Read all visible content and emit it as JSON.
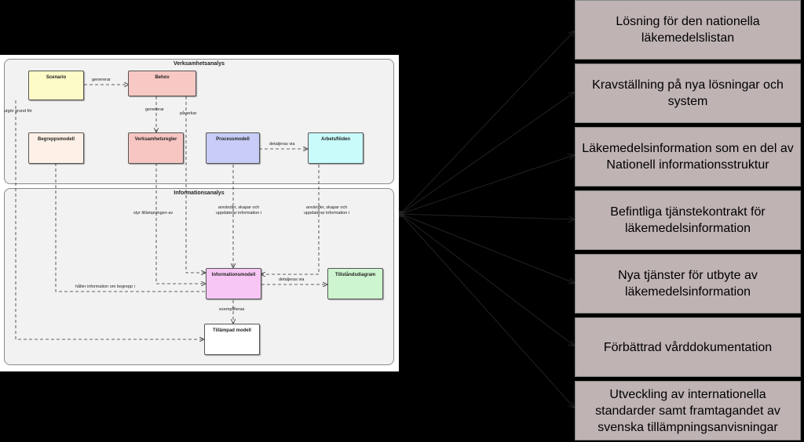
{
  "diagram": {
    "packages": {
      "business_analysis": "Verksamhetsanalys",
      "information_analysis": "Informationsanalys"
    },
    "nodes": {
      "scenario": "Scenario",
      "behov": "Behov",
      "begreppsmodell": "Begreppsmodell",
      "verksamhetsregler": "Verksamhetsregler",
      "processmodell": "Processmodell",
      "arbetsfloden": "Arbetsflöden",
      "informationsmodell": "Informationsmodell",
      "tillstandsdiagram": "Tillståndsdiagram",
      "tillampad_modell": "Tillämpad modell"
    },
    "edge_labels": {
      "genererar_1": "genererar",
      "genererar_2": "genererar",
      "paverkar": "påverkar",
      "utgor_grund": "utgör grund för",
      "detaljeras_1": "detaljeras via",
      "styr": "styr tillämpningen av",
      "anvander_1": "använder, skapar och uppdaterar information i",
      "anvander_2": "använder, skapar och uppdaterar information i",
      "haller": "håller information om begrepp i",
      "detaljeras_2": "detaljeras via",
      "exemplifieras": "exemplifieras"
    },
    "colors": {
      "scenario": "#fdfbc8",
      "behov": "#f8c8c4",
      "begreppsmodell": "#fdf0e6",
      "verksamhetsregler": "#f7c6c2",
      "processmodell": "#c8ccf7",
      "arbetsfloden": "#c9fbfb",
      "informationsmodell": "#f7c6f5",
      "tillstandsdiagram": "#cdf5cf",
      "tillampad_modell": "#ffffff"
    }
  },
  "outcomes": [
    "Lösning för den nationella läkemedelslistan",
    "Kravställning på nya lösningar och system",
    "Läkemedelsinformation som en del av Nationell informationsstruktur",
    "Befintliga tjänstekontrakt för läkemedelsinformation",
    "Nya tjänster för utbyte av läkemedelsinformation",
    "Förbättrad vårddokumentation",
    "Utveckling av internationella standarder samt framtagandet av svenska tillämpningsanvisningar"
  ],
  "accent_colors": {
    "background": "#000000",
    "outcome_fill": "#bfb3b3",
    "connector": "#222222"
  }
}
